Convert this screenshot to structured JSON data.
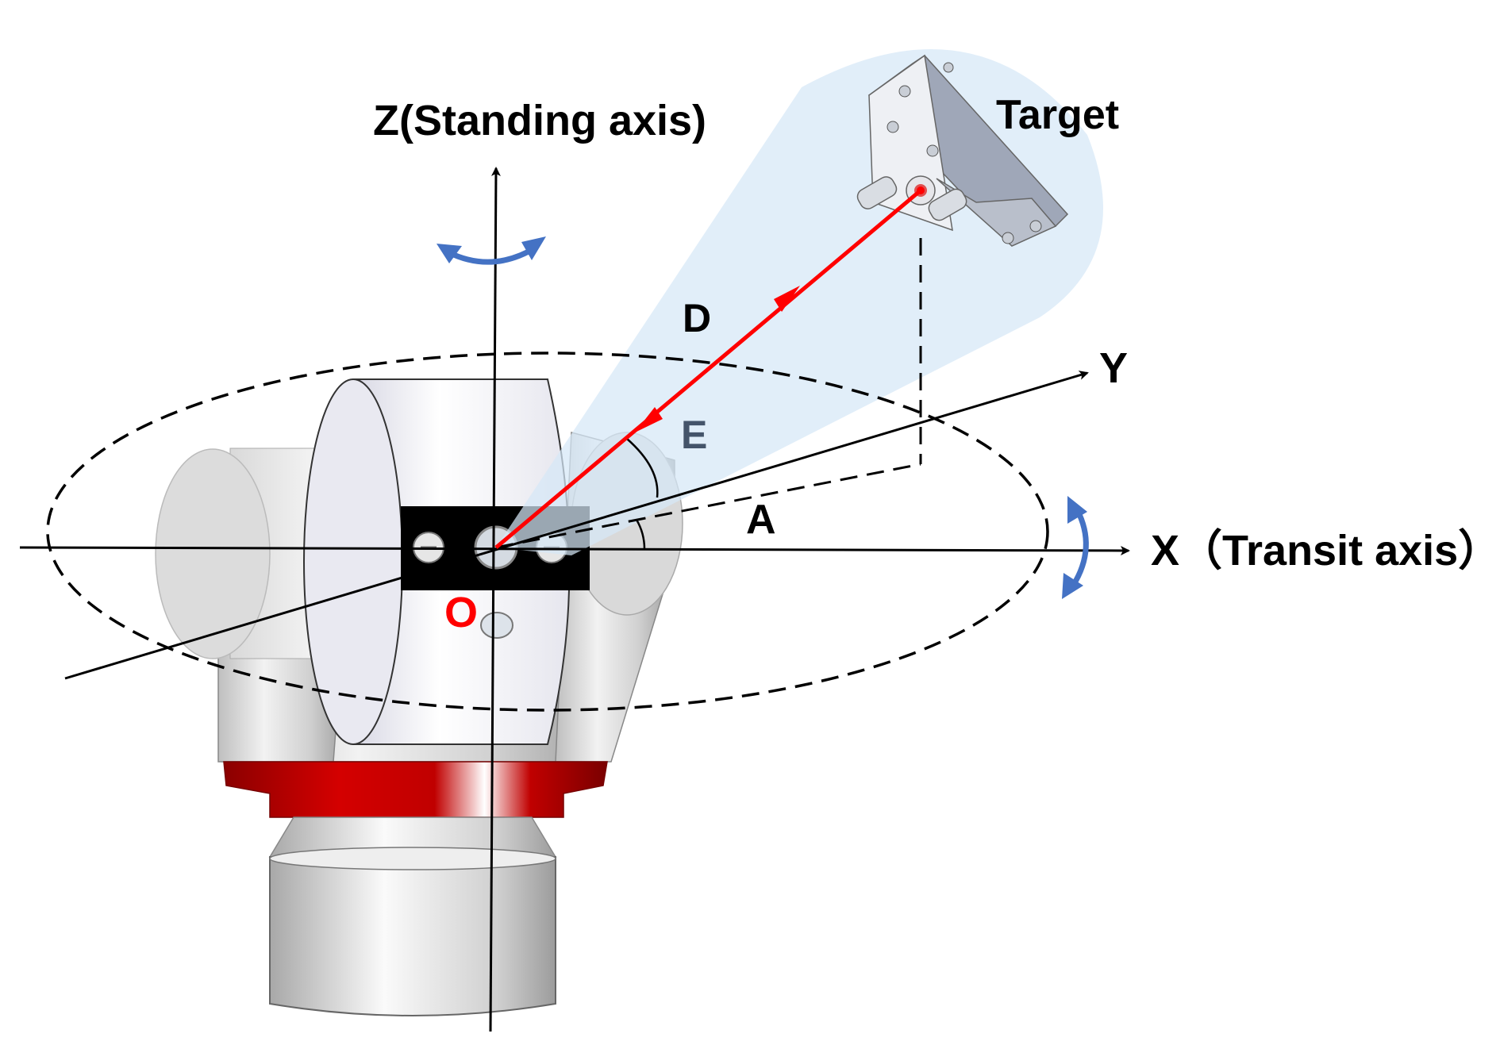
{
  "labels": {
    "z_axis": "Z(Standing axis)",
    "y_axis": "Y",
    "x_axis": "X（Transit axis）",
    "target": "Target",
    "distance": "D",
    "elevation": "E",
    "azimuth": "A",
    "origin": "O"
  },
  "colors": {
    "beam": "#ff0000",
    "rotation_arrow": "#4472c4",
    "cone_fill": "#d6e7f6",
    "base_ring": "#c00000",
    "axis": "#000000",
    "elevation_label": "#44546a",
    "origin_label": "#ff0000"
  }
}
